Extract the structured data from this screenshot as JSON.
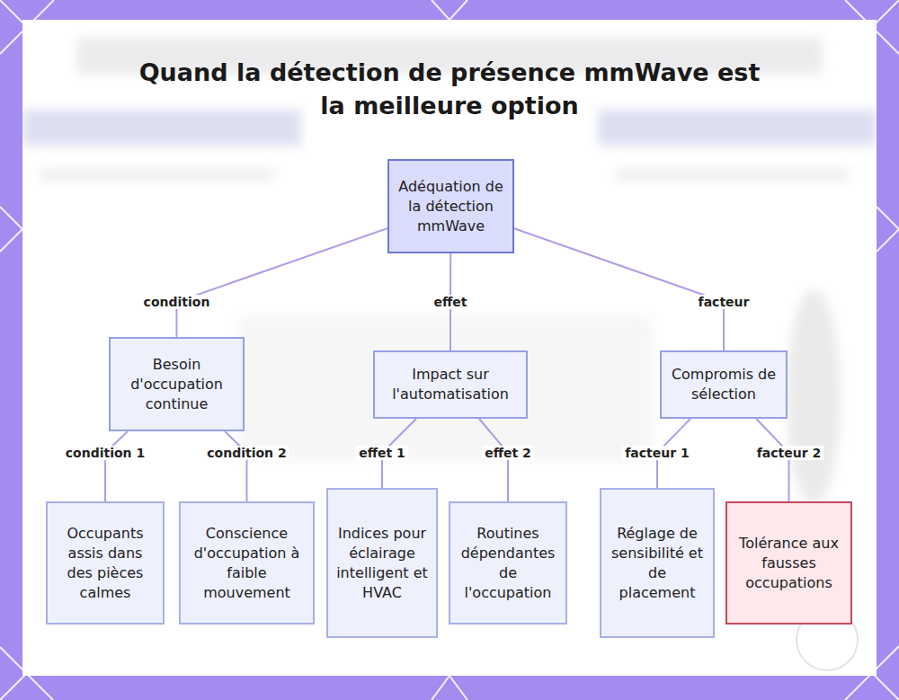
{
  "diagram": {
    "title": "Quand la détection de présence mmWave est la meilleure option",
    "nodes": [
      {
        "text": [
          "Adéquation de la détection mmWave"
        ]
      },
      {
        "text": [
          "Besoin d'occupation continue"
        ]
      },
      {
        "text": [
          "Impact sur l'automatisation"
        ]
      },
      {
        "text": [
          "Compromis de sélection"
        ]
      },
      {
        "text": [
          "Occupants assis dans des pièces calmes"
        ]
      },
      {
        "text": [
          "Conscience d'occupation à faible mouvement"
        ]
      },
      {
        "text": [
          "Indices pour éclairage intelligent et HVAC"
        ]
      },
      {
        "text": [
          "Routines dépendantes de l'occupation"
        ]
      },
      {
        "text": [
          "Réglage de sensibilité et de placement"
        ]
      },
      {
        "text": [
          "Tolérance aux fausses occupations"
        ]
      }
    ],
    "edges": [
      {
        "from": 0,
        "to": 1,
        "label": "condition",
        "arrow": "none"
      },
      {
        "from": 0,
        "to": 2,
        "label": "effet",
        "arrow": "none"
      },
      {
        "from": 0,
        "to": 3,
        "label": "facteur",
        "arrow": "none"
      },
      {
        "from": 1,
        "to": 4,
        "label": "condition 1",
        "arrow": "none"
      },
      {
        "from": 1,
        "to": 5,
        "label": "condition 2",
        "arrow": "none"
      },
      {
        "from": 2,
        "to": 6,
        "label": "effet 1",
        "arrow": "none"
      },
      {
        "from": 2,
        "to": 7,
        "label": "effet 2",
        "arrow": "none"
      },
      {
        "from": 3,
        "to": 8,
        "label": "facteur 1",
        "arrow": "none"
      },
      {
        "from": 3,
        "to": 9,
        "label": "facteur 2",
        "arrow": "none"
      }
    ]
  }
}
